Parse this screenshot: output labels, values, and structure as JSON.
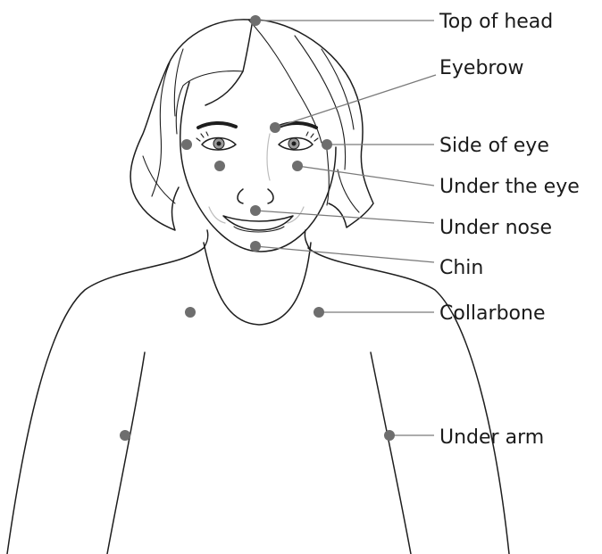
{
  "colors": {
    "dot": "#6e6e6e",
    "leader": "#7a7a7a",
    "outline": "#1e1e1e",
    "text": "#1a1a1a"
  },
  "labels": {
    "top_of_head": "Top of head",
    "eyebrow": "Eyebrow",
    "side_of_eye": "Side of eye",
    "under_the_eye": "Under the eye",
    "under_nose": "Under nose",
    "chin": "Chin",
    "collarbone": "Collarbone",
    "under_arm": "Under arm"
  }
}
